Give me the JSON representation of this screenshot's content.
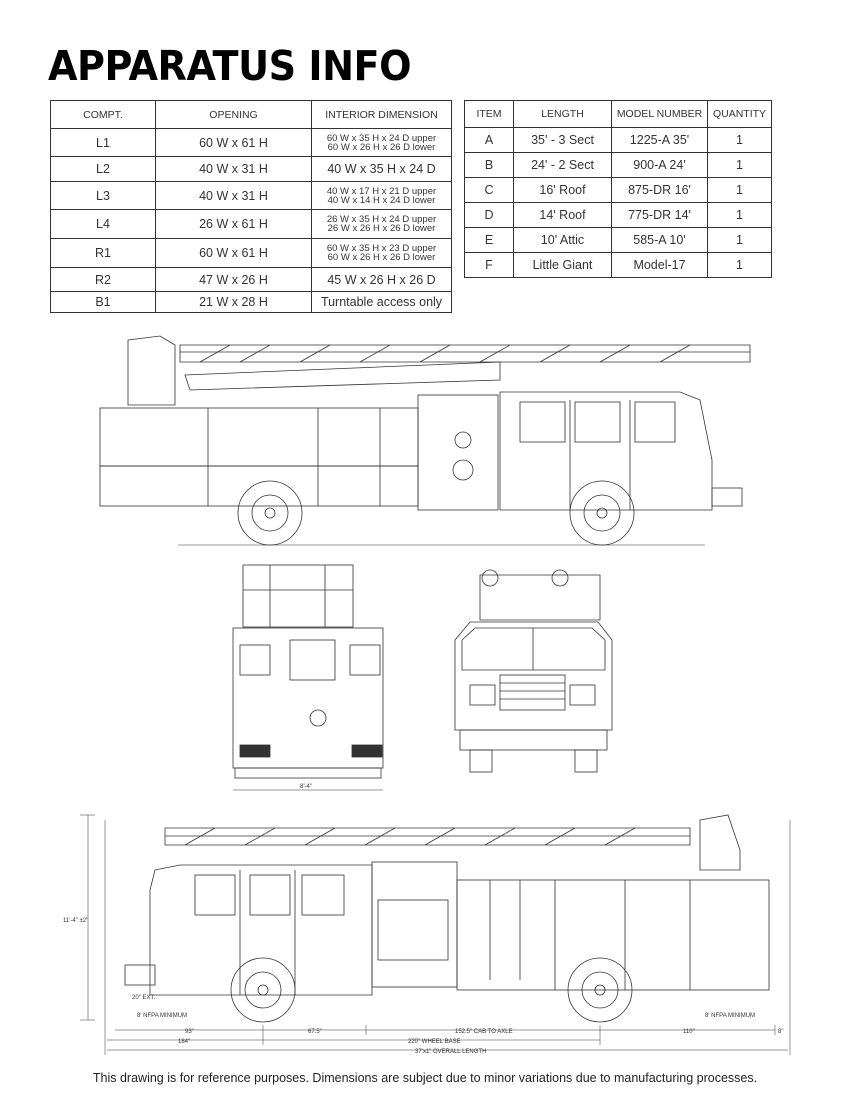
{
  "title": "APPARATUS INFO",
  "compartments": {
    "headers": [
      "COMPT.",
      "OPENING",
      "INTERIOR DIMENSION"
    ],
    "rows": [
      {
        "compt": "L1",
        "opening": "60 W x 61 H",
        "interior": [
          "60 W x 35 H x 24 D upper",
          "60 W x 26 H x 26 D lower"
        ]
      },
      {
        "compt": "L2",
        "opening": "40 W x 31 H",
        "interior": [
          "40 W x 35 H x 24 D"
        ]
      },
      {
        "compt": "L3",
        "opening": "40 W x 31 H",
        "interior": [
          "40 W x 17 H x 21 D upper",
          "40 W x 14 H x 24 D lower"
        ]
      },
      {
        "compt": "L4",
        "opening": "26 W x 61 H",
        "interior": [
          "26 W x 35 H x 24 D upper",
          "26 W x 26 H x 26 D lower"
        ]
      },
      {
        "compt": "R1",
        "opening": "60 W x 61 H",
        "interior": [
          "60 W x 35 H x 23 D upper",
          "60 W x 26 H x 26 D lower"
        ]
      },
      {
        "compt": "R2",
        "opening": "47 W x 26 H",
        "interior": [
          "45 W x 26 H x 26 D"
        ]
      },
      {
        "compt": "B1",
        "opening": "21 W x 28 H",
        "interior": [
          "Turntable access only"
        ]
      }
    ]
  },
  "ladders": {
    "headers": [
      "ITEM",
      "LENGTH",
      "MODEL NUMBER",
      "QUANTITY"
    ],
    "rows": [
      {
        "item": "A",
        "length": "35' - 3 Sect",
        "model": "1225-A 35'",
        "qty": "1"
      },
      {
        "item": "B",
        "length": "24' - 2 Sect",
        "model": "900-A  24'",
        "qty": "1"
      },
      {
        "item": "C",
        "length": "16' Roof",
        "model": "875-DR 16'",
        "qty": "1"
      },
      {
        "item": "D",
        "length": "14' Roof",
        "model": "775-DR 14'",
        "qty": "1"
      },
      {
        "item": "E",
        "length": "10' Attic",
        "model": "585-A 10'",
        "qty": "1"
      },
      {
        "item": "F",
        "length": "Little Giant",
        "model": "Model-17",
        "qty": "1"
      }
    ]
  },
  "dimensions": {
    "height": "11'-4\" ±2\"",
    "bumper": "20\" EXT.",
    "nfpa": "8' NFPA MINIMUM",
    "front_overhang": "93\"",
    "cab": "67.5\"",
    "cab_to_axle": "152.5\" CAB TO AXLE",
    "rear_overhang": "110\"",
    "rear_ext": "8\"",
    "front_to_axle": "184\"",
    "wheelbase": "220\" WHEEL BASE",
    "overall": "37'x1\" OVERALL LENGTH",
    "width": "8'-4\""
  },
  "footer": "This drawing is for reference purposes. Dimensions are subject due to minor variations due to manufacturing processes."
}
